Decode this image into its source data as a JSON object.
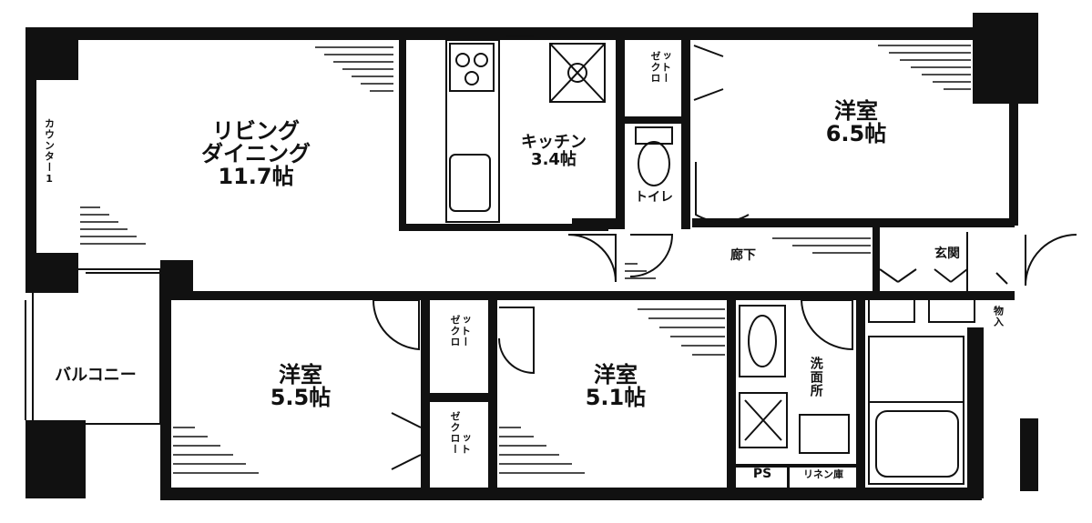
{
  "rooms": {
    "living": {
      "line1": "リビング",
      "line2": "ダイニング",
      "area": "11.7帖"
    },
    "kitchen": {
      "name": "キッチン",
      "area": "3.4帖"
    },
    "western_ne": {
      "name": "洋室",
      "area": "6.5帖"
    },
    "western_sw": {
      "name": "洋室",
      "area": "5.5帖"
    },
    "western_sc": {
      "name": "洋室",
      "area": "5.1帖"
    },
    "toilet": "トイレ",
    "hall": "廊下",
    "entrance": "玄関",
    "washroom": "洗面所",
    "balcony": "バルコニー"
  },
  "closets": {
    "counter": "カウンター1",
    "top": {
      "line1": "ゼクロ",
      "line2": "ットー"
    },
    "mid": {
      "line1": "ゼクロ",
      "line2": "ットー"
    },
    "low": {
      "line1": "ゼクロー",
      "line2": "ット"
    }
  },
  "fixtures": {
    "ps": "PS",
    "linen": "リネン庫",
    "storage": "物入"
  }
}
